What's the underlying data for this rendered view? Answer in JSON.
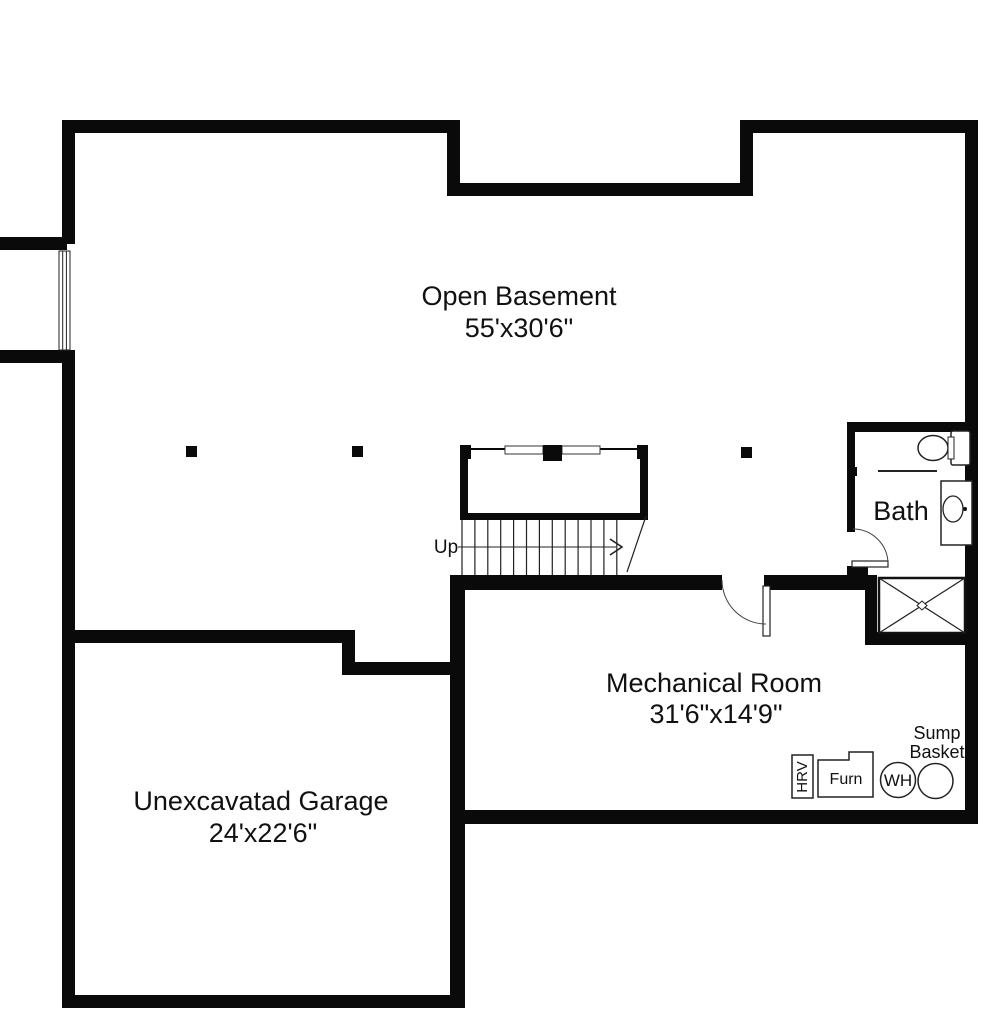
{
  "floor_plan": {
    "colors": {
      "wall": "#0a0a0a",
      "background": "#ffffff",
      "thin_line": "#1a1a1a"
    },
    "rooms": [
      {
        "name": "Open Basement",
        "dimensions": "55'x30'6\""
      },
      {
        "name": "Mechanical Room",
        "dimensions": "31'6\"x14'9\""
      },
      {
        "name": "Unexcavatad Garage",
        "dimensions": "24'x22'6\""
      },
      {
        "name": "Bath",
        "dimensions": ""
      }
    ],
    "stairs": {
      "label": "Up"
    },
    "equipment": {
      "hrv": "HRV",
      "furnace": "Furn",
      "water_heater": "WH",
      "sump_line1": "Sump",
      "sump_line2": "Basket"
    }
  }
}
